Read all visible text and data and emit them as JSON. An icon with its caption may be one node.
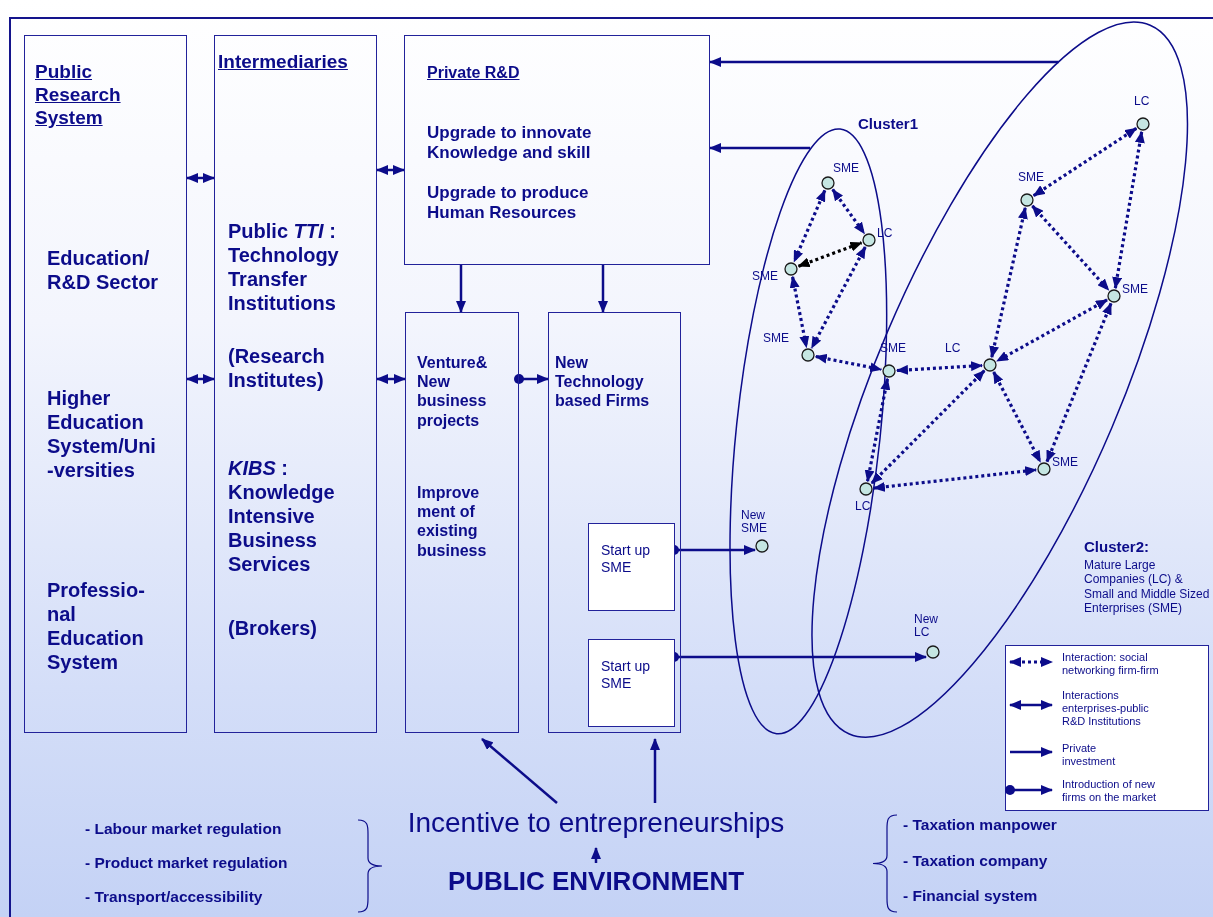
{
  "diagram": {
    "nodes": [
      {
        "text": [
          "Public Research System",
          "Education/ R&D Sector",
          "Higher Education System/Uni -versities",
          "Professio- nal Education System"
        ]
      },
      {
        "text": [
          "Intermediaries",
          "Public *TTI* : Technology Transfer Institutions",
          "(Research Institutes)",
          "*KIBS* : Knowledge Intensive Business Services",
          "(Brokers)"
        ]
      },
      {
        "text": [
          "Private R&D",
          "Upgrade to innovate Knowledge and skill",
          "Upgrade to produce Human Resources"
        ]
      },
      {
        "text": [
          "Venture& New business projects",
          "Improve ment of existing business"
        ]
      },
      {
        "text": [
          "New Technology based Firms"
        ]
      },
      {
        "text": [
          "Start up SME"
        ],
        "in": 4
      },
      {
        "text": [
          "Start up SME"
        ],
        "in": 4
      },
      {
        "text": [
          "Cluster1"
        ]
      },
      {
        "text": [
          "**Cluster2**:",
          "Mature Large Companies (LC) & Small and Middle Sized Enterprises (SME)"
        ]
      },
      {
        "text": [
          "SME"
        ],
        "in": 7
      },
      {
        "text": [
          "LC"
        ],
        "in": 7
      },
      {
        "text": [
          "SME"
        ],
        "in": 7
      },
      {
        "text": [
          "SME"
        ],
        "in": 7
      },
      {
        "text": [
          "SME"
        ],
        "in": 8
      },
      {
        "text": [
          "LC"
        ],
        "in": 8
      },
      {
        "text": [
          "LC"
        ]
      },
      {
        "text": [
          "SME"
        ],
        "in": 8
      },
      {
        "text": [
          "SME"
        ],
        "in": 8
      },
      {
        "text": [
          "LC"
        ],
        "in": 8
      },
      {
        "text": [
          "SME"
        ],
        "in": 8
      },
      {
        "text": [
          "New SME"
        ],
        "in": 7
      },
      {
        "text": [
          "New LC"
        ],
        "in": 8
      },
      {
        "text": [
          "Incentive to entrepreneurships"
        ]
      },
      {
        "text": [
          "PUBLIC ENVIRONMENT"
        ]
      }
    ],
    "edges": [
      {
        "from": 0,
        "to": 1,
        "arrow": "both"
      },
      {
        "from": 1,
        "to": 2,
        "arrow": "both"
      },
      {
        "from": 0,
        "to": 1,
        "arrow": "both"
      },
      {
        "from": 1,
        "to": 3,
        "arrow": "both"
      },
      {
        "from": 3,
        "to": 4,
        "arrow": "to"
      },
      {
        "from": 2,
        "to": 3,
        "arrow": "to"
      },
      {
        "from": 2,
        "to": 4,
        "arrow": "to"
      },
      {
        "from": 8,
        "to": 2,
        "arrow": "to"
      },
      {
        "from": 7,
        "to": 2,
        "arrow": "to"
      },
      {
        "from": 5,
        "to": 20,
        "arrow": "to"
      },
      {
        "from": 6,
        "to": 21,
        "arrow": "to"
      },
      {
        "from": 22,
        "to": 3,
        "arrow": "to"
      },
      {
        "from": 22,
        "to": 4,
        "arrow": "to"
      },
      {
        "from": 23,
        "to": 22,
        "arrow": "to"
      },
      {
        "from": 9,
        "to": 10,
        "arrow": "both",
        "style": "dashed"
      },
      {
        "from": 9,
        "to": 11,
        "arrow": "both",
        "style": "dashed"
      },
      {
        "from": 11,
        "to": 10,
        "arrow": "both",
        "style": "dashed",
        "color": "#000000"
      },
      {
        "from": 11,
        "to": 12,
        "arrow": "both",
        "style": "dashed"
      },
      {
        "from": 10,
        "to": 12,
        "arrow": "both",
        "style": "dashed"
      },
      {
        "from": 12,
        "to": 13,
        "arrow": "both",
        "style": "dashed"
      },
      {
        "from": 13,
        "to": 14,
        "arrow": "both",
        "style": "dashed"
      },
      {
        "from": 13,
        "to": 15,
        "arrow": "both",
        "style": "dashed"
      },
      {
        "from": 14,
        "to": 15,
        "arrow": "both",
        "style": "dashed"
      },
      {
        "from": 14,
        "to": 16,
        "arrow": "both",
        "style": "dashed"
      },
      {
        "from": 15,
        "to": 16,
        "arrow": "both",
        "style": "dashed"
      },
      {
        "from": 17,
        "to": 14,
        "arrow": "both",
        "style": "dashed"
      },
      {
        "from": 17,
        "to": 18,
        "arrow": "both",
        "style": "dashed"
      },
      {
        "from": 17,
        "to": 19,
        "arrow": "both",
        "style": "dashed"
      },
      {
        "from": 18,
        "to": 19,
        "arrow": "both",
        "style": "dashed"
      },
      {
        "from": 19,
        "to": 14,
        "arrow": "both",
        "style": "dashed"
      },
      {
        "from": 19,
        "to": 16,
        "arrow": "both",
        "style": "dashed"
      }
    ],
    "labels": [
      "- Labour market regulation",
      "- Product market regulation",
      "- Transport/accessibility",
      "- Taxation manpower",
      "- Taxation company",
      "- Financial system"
    ],
    "legend": [
      {
        "text": "Interaction: social networking firm-firm"
      },
      {
        "text": "Interactions enterprises-public R&D Institutions"
      },
      {
        "text": "Private investment"
      },
      {
        "text": "Introduction of new firms on the market"
      }
    ]
  }
}
